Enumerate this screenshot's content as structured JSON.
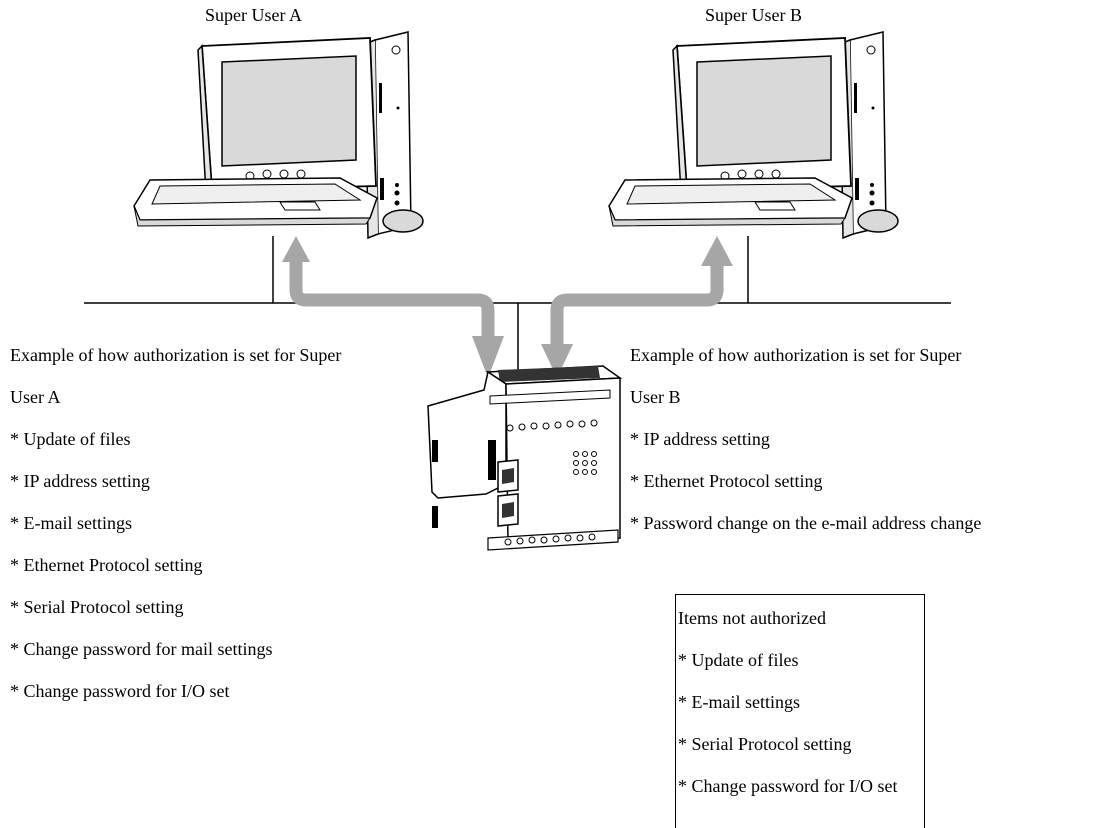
{
  "users": {
    "a": {
      "label": "Super User A"
    },
    "b": {
      "label": "Super User B"
    }
  },
  "left_list": {
    "heading_line1": "Example of how authorization is set for Super",
    "heading_line2": "User A",
    "items": [
      "* Update of files",
      "* IP address setting",
      "* E-mail settings",
      "* Ethernet Protocol setting",
      "* Serial Protocol setting",
      "* Change password for mail settings",
      "* Change password for I/O set"
    ]
  },
  "right_list": {
    "heading_line1": "Example of how authorization is set for Super",
    "heading_line2": "User B",
    "items": [
      "* IP address setting",
      "* Ethernet Protocol setting",
      "* Password change on the e-mail address change"
    ]
  },
  "not_authorized": {
    "heading": "Items not authorized",
    "items": [
      "* Update of files",
      "* E-mail settings",
      "* Serial Protocol setting",
      "* Change password for I/O set"
    ]
  },
  "colors": {
    "arrow": "#a6a6a6",
    "line": "#000000",
    "screen": "#d9d9d9",
    "body": "#ffffff"
  }
}
